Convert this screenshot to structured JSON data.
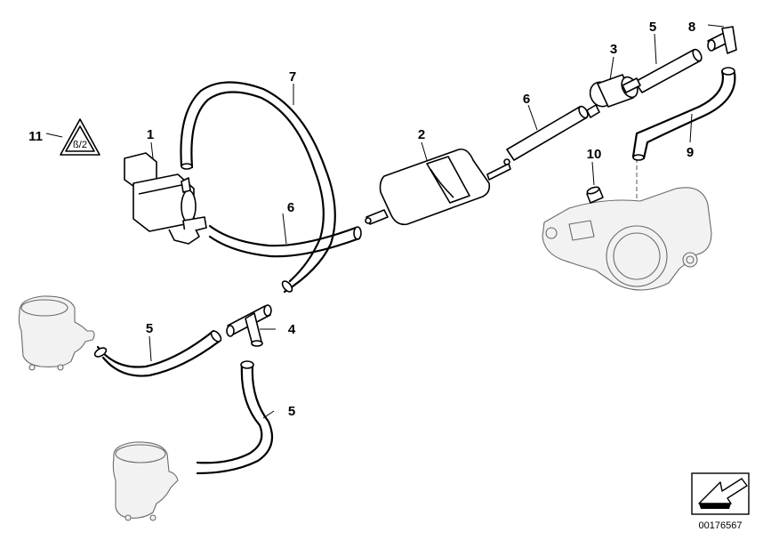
{
  "callouts": {
    "c1": "1",
    "c2": "2",
    "c3": "3",
    "c4": "4",
    "c5a": "5",
    "c5b": "5",
    "c5c": "5",
    "c6a": "6",
    "c6b": "6",
    "c7": "7",
    "c8": "8",
    "c9": "9",
    "c10": "10",
    "c11": "11"
  },
  "warning_label": {
    "text": "ß/2"
  },
  "diagram_number": "00176567"
}
